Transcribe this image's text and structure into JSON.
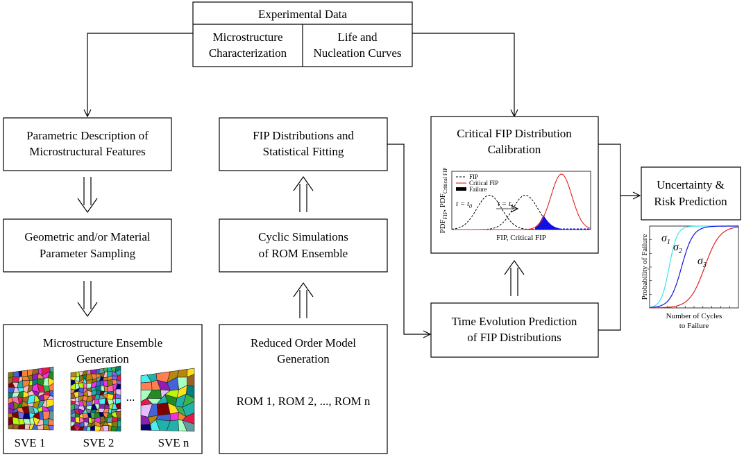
{
  "experimental": {
    "title": "Experimental Data",
    "left": [
      "Microstructure",
      "Characterization"
    ],
    "right": [
      "Life and",
      "Nucleation Curves"
    ]
  },
  "parametric": [
    "Parametric Description of",
    "Microstructural Features"
  ],
  "sampling": [
    "Geometric and/or Material",
    "Parameter Sampling"
  ],
  "ensemble": {
    "title": [
      "Microstructure Ensemble",
      "Generation"
    ],
    "ellipsis": "...",
    "sve_labels": [
      "SVE 1",
      "SVE 2",
      "SVE n"
    ]
  },
  "fip_dist": [
    "FIP Distributions and",
    "Statistical Fitting"
  ],
  "cyclic": [
    "Cyclic Simulations",
    "of ROM Ensemble"
  ],
  "rom": {
    "title": [
      "Reduced Order Model",
      "Generation"
    ],
    "list": "ROM 1, ROM 2, ..., ROM n"
  },
  "calibration": {
    "title": [
      "Critical FIP Distribution",
      "Calibration"
    ],
    "ylabel": "PDF",
    "ylabel_sub1": "FIP",
    "ylabel_sep": ", PDF",
    "ylabel_sub2": "Critical FIP",
    "xlabel": "FIP, Critical FIP",
    "legend": [
      "FIP",
      "Critical FIP",
      "Failure"
    ],
    "t0_label": "t = t",
    "t0_sub": "0",
    "t1_label": "t = t",
    "t1_sub": "1",
    "colors": {
      "fip": "#000000",
      "critical": "#e02020",
      "failure": "#1010e0"
    }
  },
  "time_evolution": [
    "Time Evolution Prediction",
    "of FIP Distributions"
  ],
  "uncertainty": {
    "title": [
      "Uncertainty &",
      "Risk Prediction"
    ],
    "ylabel": "Probability of Failure",
    "xlabel": [
      "Number of Cycles",
      "to Failure"
    ],
    "sigma_labels": [
      "σ",
      "σ",
      "σ"
    ],
    "sigma_subs": [
      "1",
      "2",
      "3"
    ],
    "colors": [
      "#40e0f0",
      "#1010e0",
      "#e02020"
    ]
  }
}
